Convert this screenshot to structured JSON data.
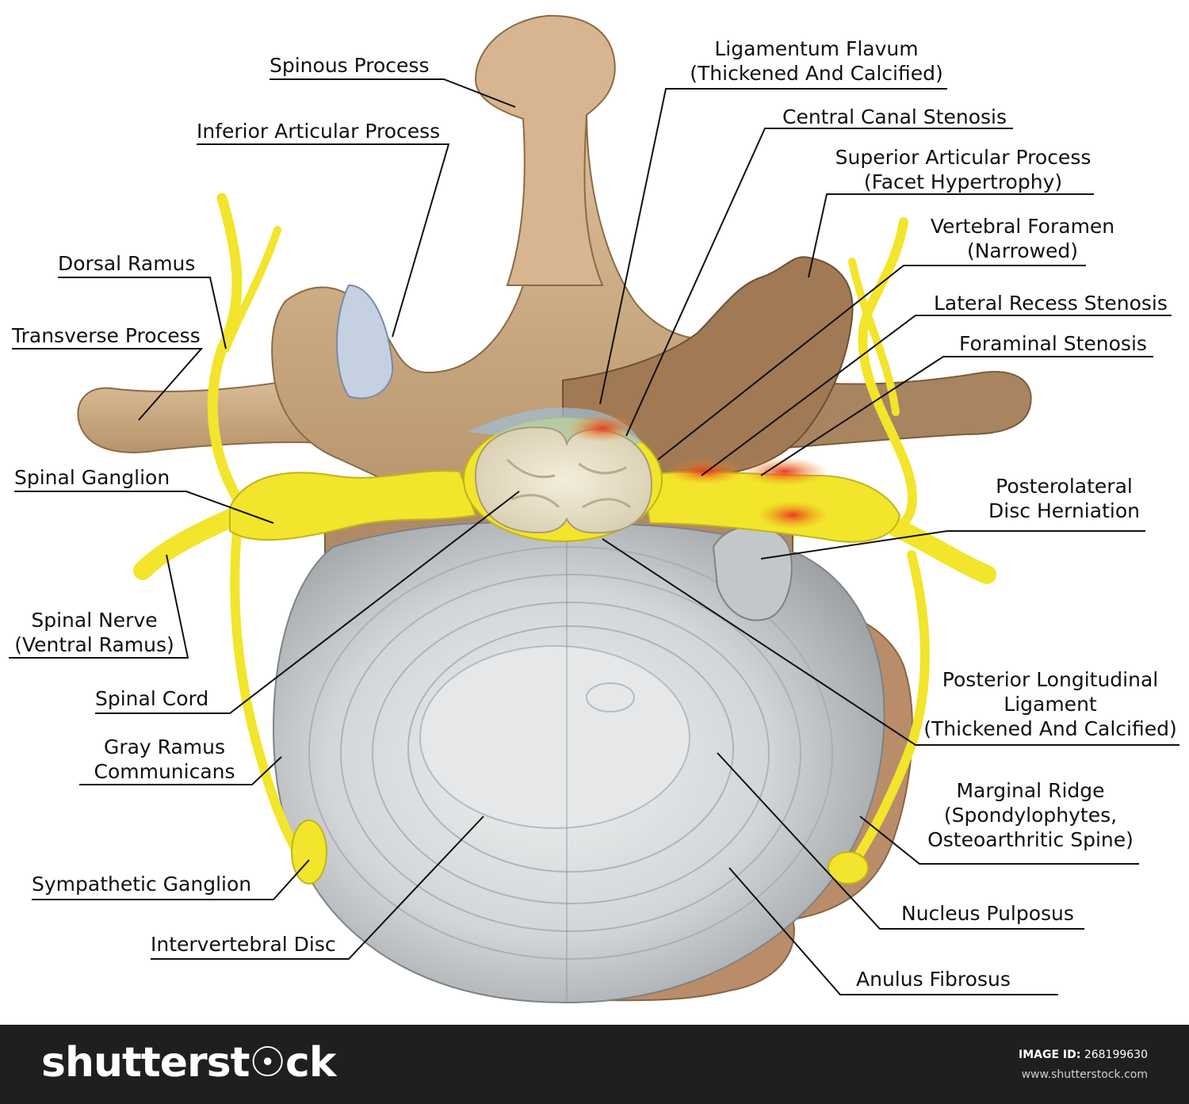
{
  "labels": {
    "spinous_process": "Spinous Process",
    "inferior_articular_process": "Inferior Articular Process",
    "ligamentum_flavum_1": "Ligamentum Flavum",
    "ligamentum_flavum_2": "(Thickened And Calcified)",
    "central_canal_stenosis": "Central Canal Stenosis",
    "superior_articular_1": "Superior Articular Process",
    "superior_articular_2": "(Facet Hypertrophy)",
    "vertebral_foramen_1": "Vertebral Foramen",
    "vertebral_foramen_2": "(Narrowed)",
    "lateral_recess_stenosis": "Lateral Recess Stenosis",
    "foraminal_stenosis": "Foraminal Stenosis",
    "dorsal_ramus": "Dorsal Ramus",
    "transverse_process": "Transverse Process",
    "spinal_ganglion": "Spinal Ganglion",
    "posterolateral_1": "Posterolateral",
    "posterolateral_2": "Disc Herniation",
    "spinal_nerve_1": "Spinal Nerve",
    "spinal_nerve_2": "(Ventral Ramus)",
    "spinal_cord": "Spinal Cord",
    "pll_1": "Posterior Longitudinal",
    "pll_2": "Ligament",
    "pll_3": "(Thickened And Calcified)",
    "gray_ramus_1": "Gray Ramus",
    "gray_ramus_2": "Communicans",
    "marginal_ridge_1": "Marginal Ridge",
    "marginal_ridge_2": "(Spondylophytes,",
    "marginal_ridge_3": "Osteoarthritic Spine)",
    "sympathetic_ganglion": "Sympathetic Ganglion",
    "nucleus_pulposus": "Nucleus Pulposus",
    "intervertebral_disc": "Intervertebral Disc",
    "anulus_fibrosus": "Anulus Fibrosus"
  },
  "footer": {
    "logo": "shutterst☉ck",
    "image_id_label": "IMAGE ID:",
    "image_id": "268199630",
    "site": "www.shutterstock.com"
  },
  "colors": {
    "bone": "#d2b48c",
    "bone_dark": "#a57b55",
    "nerve": "#f2e52b",
    "disc": "#cfd2d4",
    "inflammation": "#e8321e",
    "footer_bg": "#1f1f1f"
  }
}
